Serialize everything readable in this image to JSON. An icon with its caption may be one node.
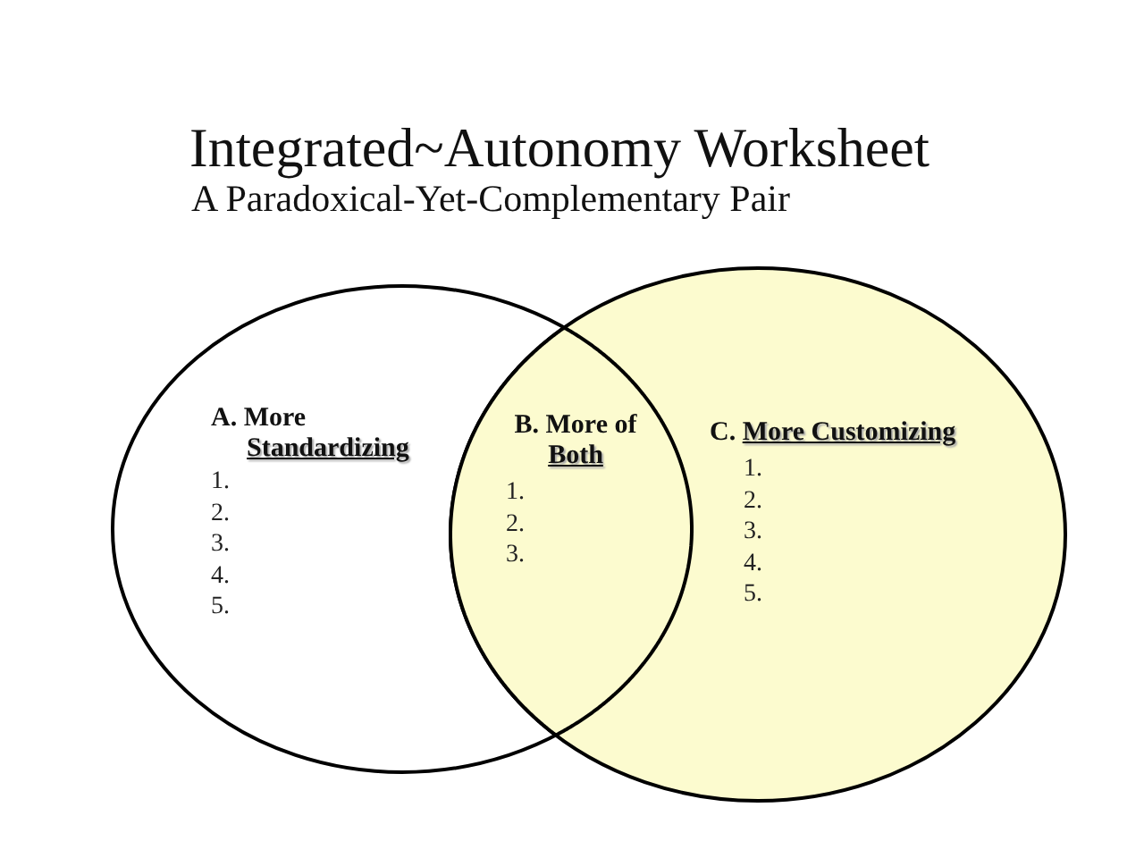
{
  "diagram": {
    "title": "Integrated~Autonomy Worksheet",
    "nodes": [
      {
        "text": [
          "A. More Standardizing",
          "1.",
          "2.",
          "3.",
          "4.",
          "5."
        ]
      },
      {
        "text": [
          "B. More of Both",
          "1.",
          "2.",
          "3."
        ]
      },
      {
        "text": [
          "C. More Customizing",
          "1.",
          "2.",
          "3.",
          "4.",
          "5."
        ]
      }
    ],
    "labels": [
      "A Paradoxical-Yet-Complementary Pair"
    ]
  }
}
